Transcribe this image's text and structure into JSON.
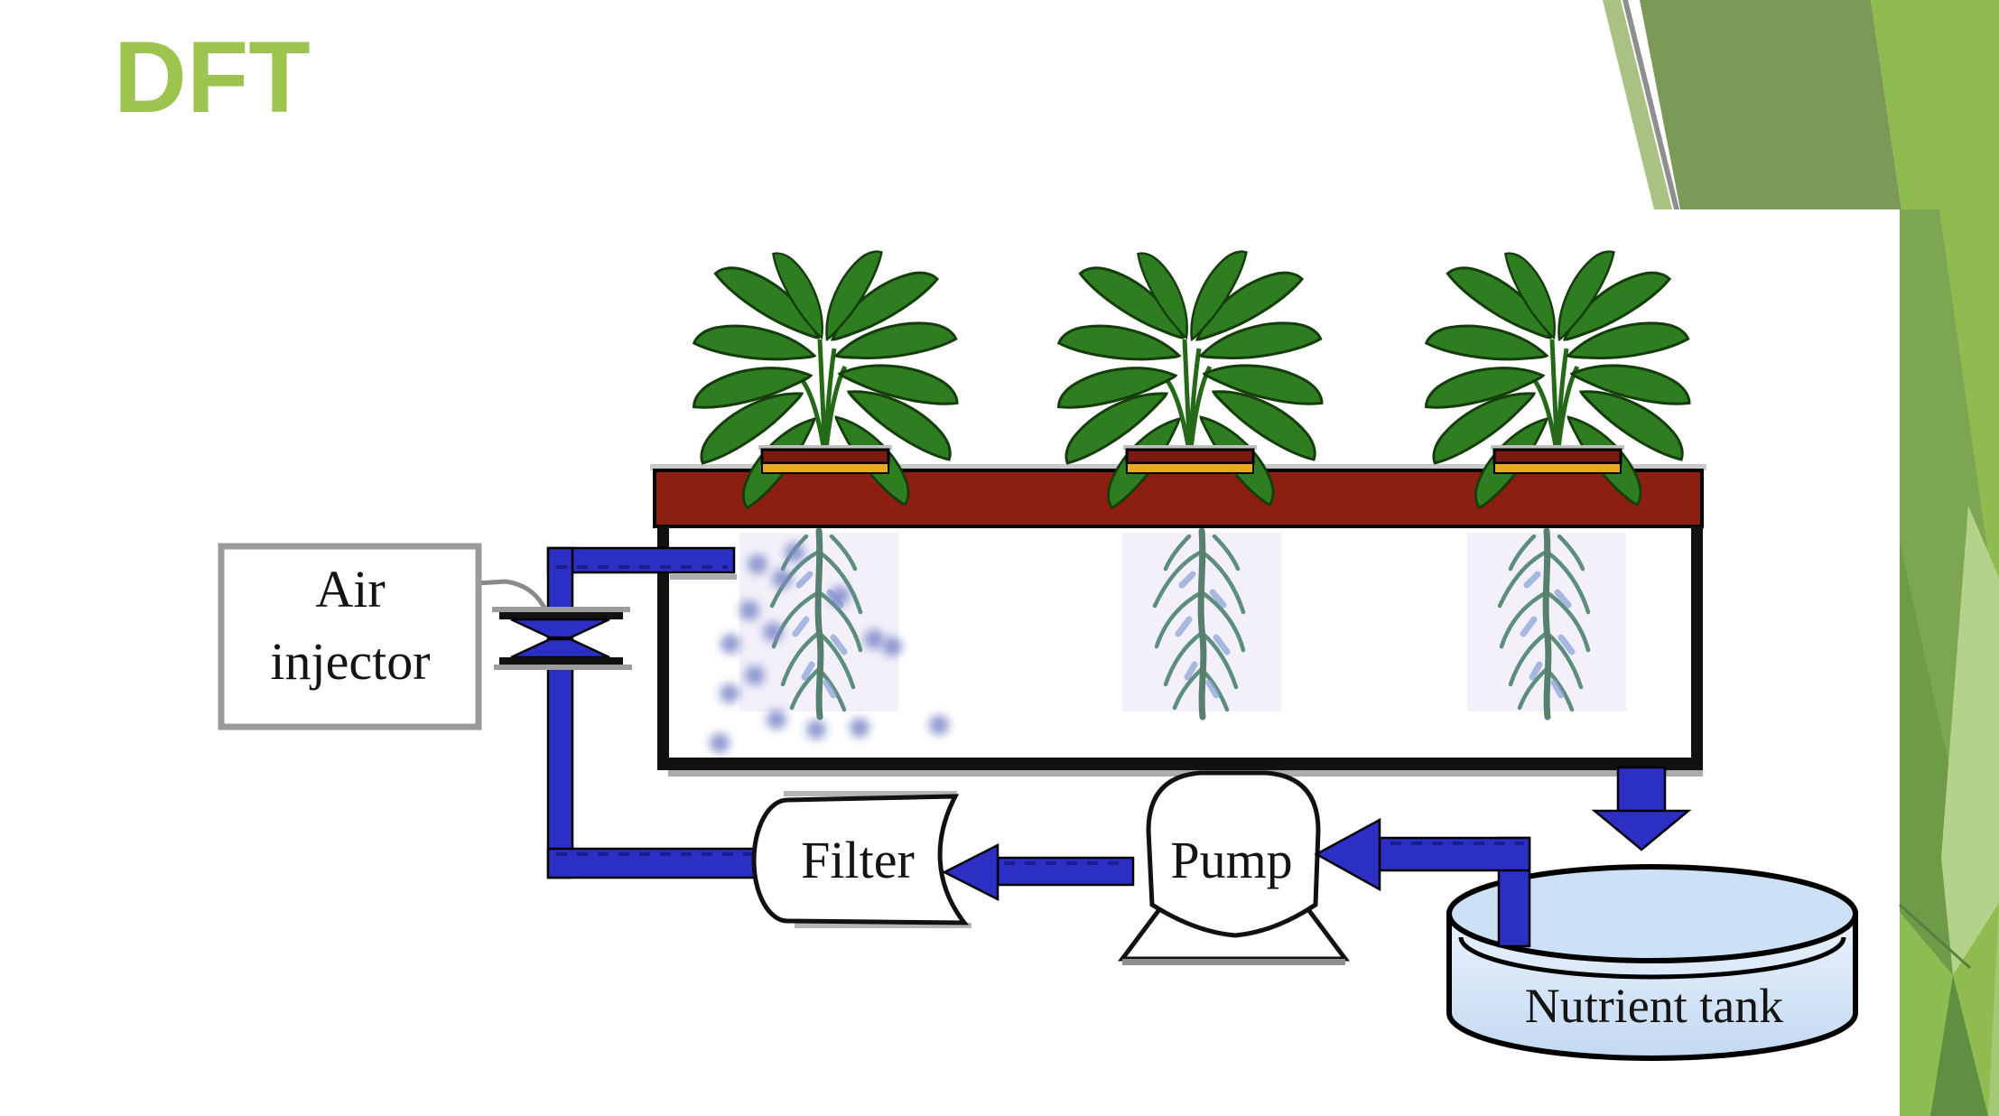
{
  "slide": {
    "title": "DFT",
    "accent_color": "#9cc44e"
  },
  "diagram": {
    "labels": {
      "air_injector_line1": "Air",
      "air_injector_line2": "injector",
      "filter": "Filter",
      "pump": "Pump",
      "nutrient_tank": "Nutrient tank"
    },
    "colors": {
      "pipe_blue": "#2b2fc4",
      "pipe_dash_navy": "#1a1d8f",
      "board_red": "#8c1e12",
      "pot_maroon": "#7a1a10",
      "pot_yellow": "#e8a91e",
      "tank_top_fill": "#cde1f6",
      "tank_body_fill": "#ddeafa",
      "leaf_green": "#2e7d20",
      "root_teal": "#5d8d7c",
      "bubble_blue": "#7e89c9",
      "theme_green_dark": "#7b9a57",
      "theme_green_bright": "#8eba50",
      "theme_green_light": "#b4d289"
    }
  }
}
